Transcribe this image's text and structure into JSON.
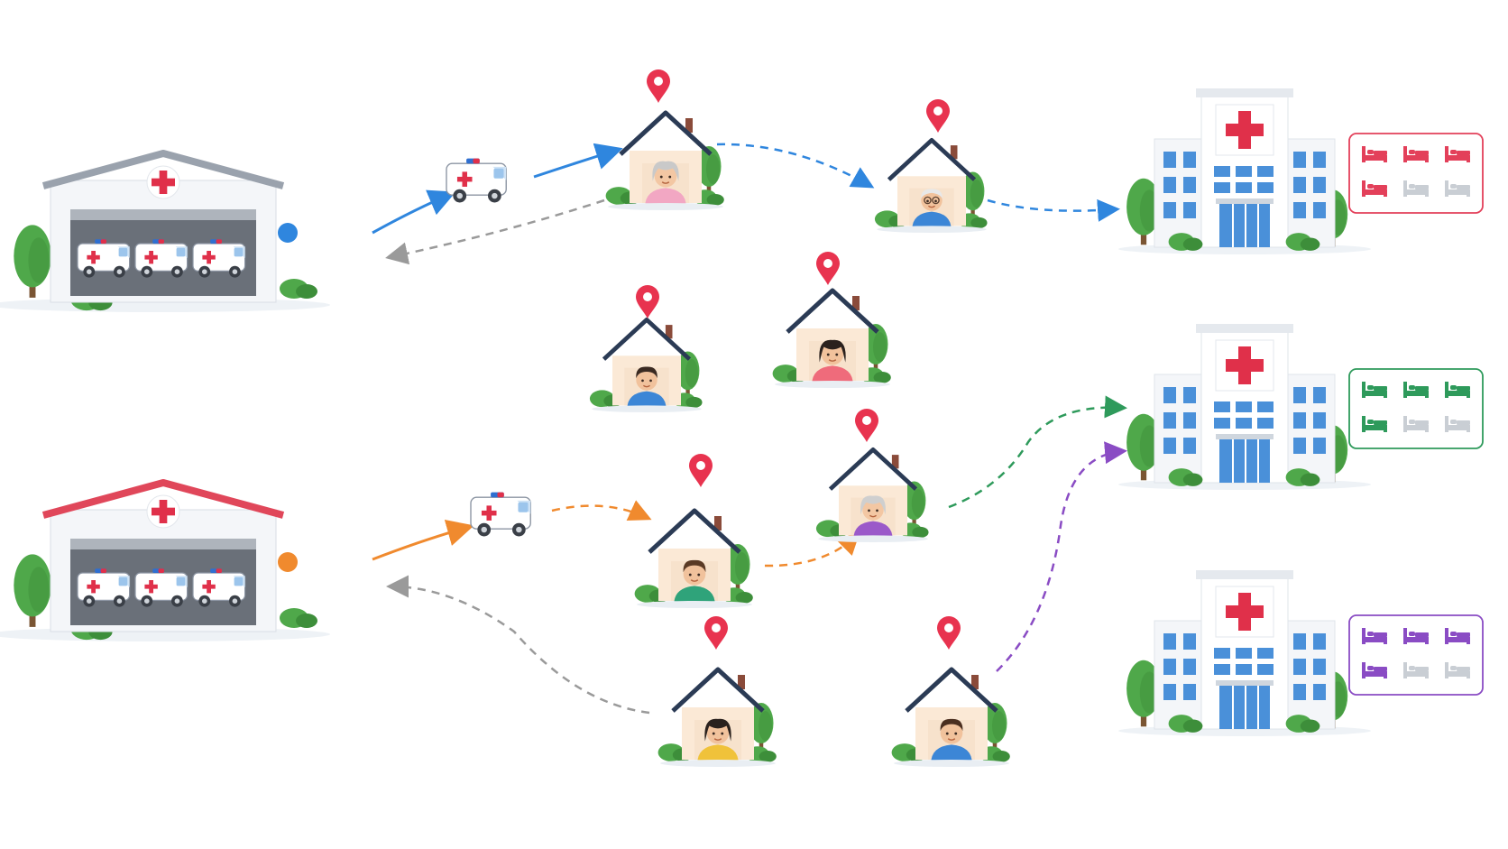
{
  "diagram": {
    "depots": [
      {
        "id": "depot-1",
        "roof_color": "#9aa2ad",
        "dot_color": "#2f86de",
        "ambulances": 3
      },
      {
        "id": "depot-2",
        "roof_color": "#e0475a",
        "dot_color": "#f08a2e",
        "ambulances": 3
      }
    ],
    "patients": [
      {
        "id": "p1",
        "person": "elderly-woman",
        "shirt": "#f2a7c3",
        "hair": "#c9c9c9",
        "skin": "#f3c7a3"
      },
      {
        "id": "p2",
        "person": "elderly-man-glasses",
        "shirt": "#3c86d6",
        "hair": "#e8e8e8",
        "skin": "#f1c29c"
      },
      {
        "id": "p3",
        "person": "man",
        "shirt": "#3c86d6",
        "hair": "#3a2a22",
        "skin": "#f1c29c"
      },
      {
        "id": "p4",
        "person": "woman",
        "shirt": "#ef6b7b",
        "hair": "#2a211d",
        "skin": "#f1c29c"
      },
      {
        "id": "p5",
        "person": "man",
        "shirt": "#2fa37a",
        "hair": "#5a3a25",
        "skin": "#f1c29c"
      },
      {
        "id": "p6",
        "person": "elderly-woman",
        "shirt": "#9b59c9",
        "hair": "#cfcfcf",
        "skin": "#f3c7a3"
      },
      {
        "id": "p7",
        "person": "woman",
        "shirt": "#f0c23a",
        "hair": "#2a211d",
        "skin": "#f1c29c"
      },
      {
        "id": "p8",
        "person": "man",
        "shirt": "#3c86d6",
        "hair": "#4a2e1f",
        "skin": "#f1c29c"
      }
    ],
    "hospitals": [
      {
        "id": "hospital-1",
        "bed_color": "#e3405a",
        "beds_total": 6,
        "beds_occupied": 4
      },
      {
        "id": "hospital-2",
        "bed_color": "#2e9a5b",
        "beds_total": 6,
        "beds_occupied": 4
      },
      {
        "id": "hospital-3",
        "bed_color": "#8a4cc4",
        "beds_total": 6,
        "beds_occupied": 4
      }
    ],
    "routes": [
      {
        "id": "route-blue-out",
        "color": "#2f86de",
        "style": "solid"
      },
      {
        "id": "route-blue-1",
        "color": "#2f86de",
        "style": "dashed"
      },
      {
        "id": "route-blue-2",
        "color": "#2f86de",
        "style": "dashed"
      },
      {
        "id": "route-return-1",
        "color": "#9a9a9a",
        "style": "dashed"
      },
      {
        "id": "route-orange-out",
        "color": "#f08a2e",
        "style": "solid"
      },
      {
        "id": "route-orange-1",
        "color": "#f08a2e",
        "style": "dashed"
      },
      {
        "id": "route-orange-2",
        "color": "#f08a2e",
        "style": "dashed"
      },
      {
        "id": "route-green",
        "color": "#2e9a5b",
        "style": "dashed"
      },
      {
        "id": "route-purple",
        "color": "#8a4cc4",
        "style": "dashed"
      },
      {
        "id": "route-return-2",
        "color": "#9a9a9a",
        "style": "dashed"
      }
    ],
    "colors": {
      "cross": "#e0304a",
      "pin": "#e8334f",
      "tree": "#4fa84a",
      "tree_dark": "#3d8e3a",
      "window": "#4a90d9",
      "wall": "#f4f6f9"
    }
  }
}
